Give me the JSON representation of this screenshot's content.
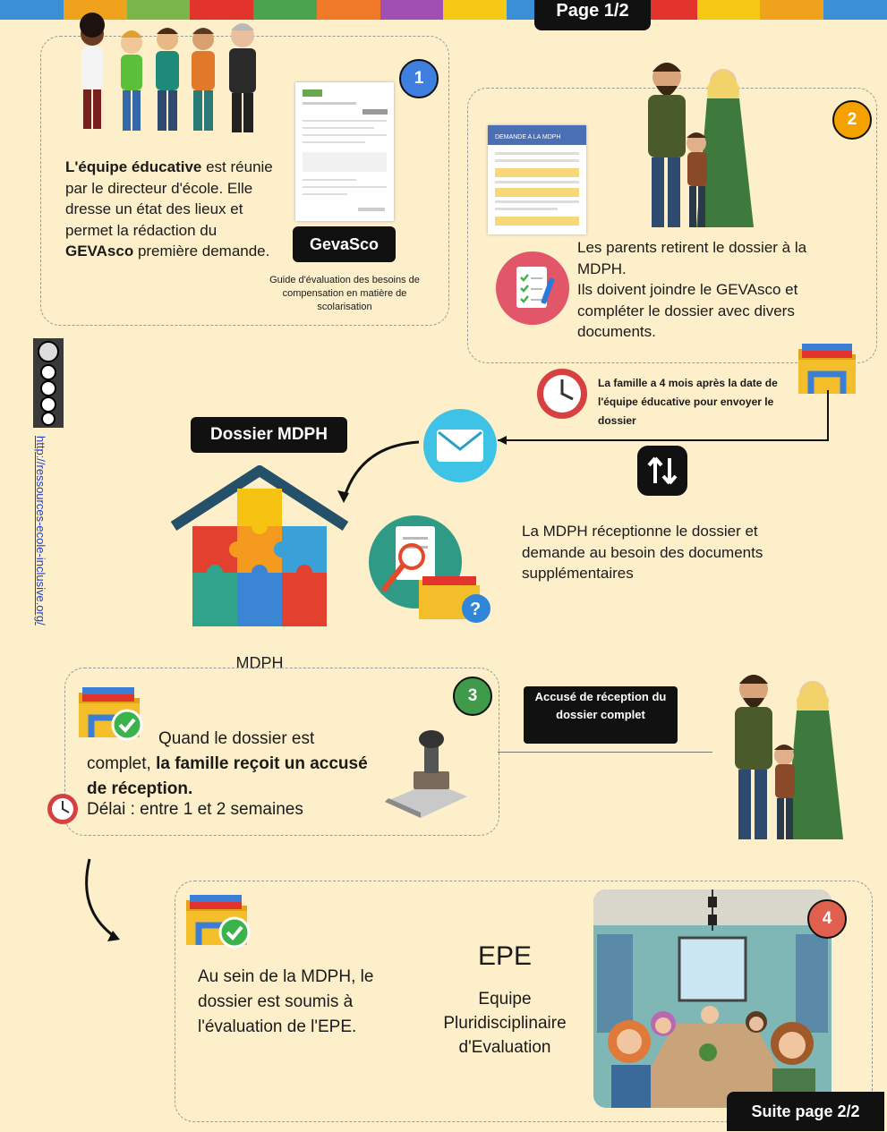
{
  "header": {
    "page_label": "Page 1/2",
    "stripe_colors": [
      "#3b8fd4",
      "#f0a21c",
      "#7ab649",
      "#e2342d",
      "#4ba34f",
      "#f07a2a",
      "#a24fb3",
      "#f6c915",
      "#3b8fd4",
      "#4ba34f",
      "#e2342d",
      "#f6c915",
      "#f0a21c",
      "#3b8fd4"
    ]
  },
  "step1": {
    "number": "1",
    "text_bold_1": "L'équipe éducative",
    "text_1": " est réunie par le directeur d'école. Elle dresse un état des lieux et permet la rédaction du ",
    "text_bold_2": "GEVAsco",
    "text_2": " première demande.",
    "doc_label": "GevaSco",
    "doc_caption": "Guide d'évaluation des besoins de compensation en matière de scolarisation"
  },
  "step2": {
    "number": "2",
    "text_1": "Les parents retirent le dossier à la MDPH.",
    "text_2": "Ils doivent joindre le GEVAsco et compléter le dossier avec divers documents.",
    "deadline": "La famille a 4 mois après la date de l'équipe éducative pour envoyer le dossier",
    "doc_title": "DEMANDE A LA MDPH"
  },
  "mdph": {
    "dossier_label": "Dossier MDPH",
    "house_label": "MDPH",
    "reception_text": "La MDPH réceptionne le dossier et demande au besoin des documents supplémentaires"
  },
  "side": {
    "url": "http://ressources-ecole-inclusive.org/"
  },
  "step3": {
    "number": "3",
    "text_1": "Quand le dossier est complet, ",
    "text_bold": "la famille reçoit un accusé de réception.",
    "delay": "Délai : entre 1 et 2 semaines",
    "receipt_label": "Accusé de réception du dossier complet"
  },
  "step4": {
    "number": "4",
    "text": "Au sein de la MDPH, le dossier est soumis à l'évaluation de l'EPE.",
    "epe_title": "EPE",
    "epe_full": "Equipe Pluridisciplinaire d'Evaluation",
    "next_page": "Suite page 2/2"
  },
  "colors": {
    "background": "#fdefc9",
    "badge_1": "#3f7fe0",
    "badge_2": "#f5a100",
    "badge_3": "#3f9a4a",
    "badge_4": "#e0604f"
  }
}
